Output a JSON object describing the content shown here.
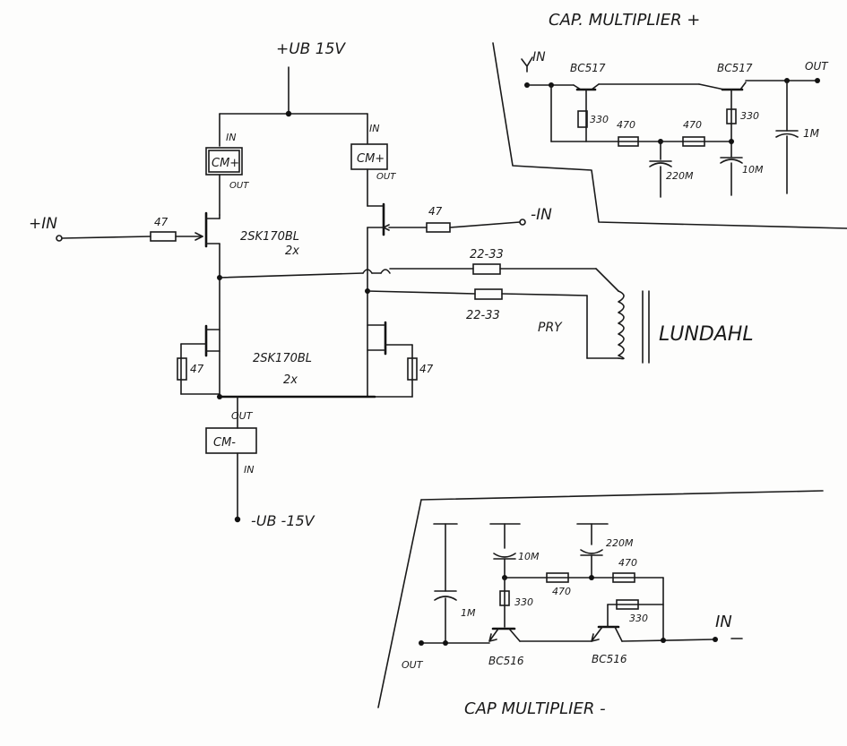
{
  "title_cap_plus": "CAP. MULTIPLIER +",
  "title_cap_minus": "CAP MULTIPLIER -",
  "supply_pos": "+UB 15V",
  "supply_neg": "-UB -15V",
  "input_pos": "+IN",
  "input_neg": "-IN",
  "cm_pos_a": "CM+",
  "cm_pos_b": "CM+",
  "cm_neg": "CM-",
  "pin_in": "IN",
  "pin_out": "OUT",
  "fet_top": "2SK170BL",
  "fet_top_count": "2x",
  "fet_bottom": "2SK170BL",
  "fet_bottom_count": "2x",
  "r_gate": "47",
  "r_source": "47",
  "r_out_top": "22-33",
  "r_out_bottom": "22-33",
  "primary": "PRY",
  "transformer": "LUNDAHL",
  "cap_plus": {
    "in": "IN",
    "out": "OUT",
    "q1": "BC517",
    "q2": "BC517",
    "r1": "330",
    "r2": "470",
    "r3": "470",
    "r4": "330",
    "c1": "220M",
    "c2": "10M",
    "c3": "1M"
  },
  "cap_minus": {
    "in": "IN",
    "out": "OUT",
    "q1": "BC516",
    "q2": "BC516",
    "r1": "330",
    "r2": "470",
    "r3": "470",
    "r4": "330",
    "c1": "10M",
    "c2": "220M",
    "c3": "1M"
  }
}
